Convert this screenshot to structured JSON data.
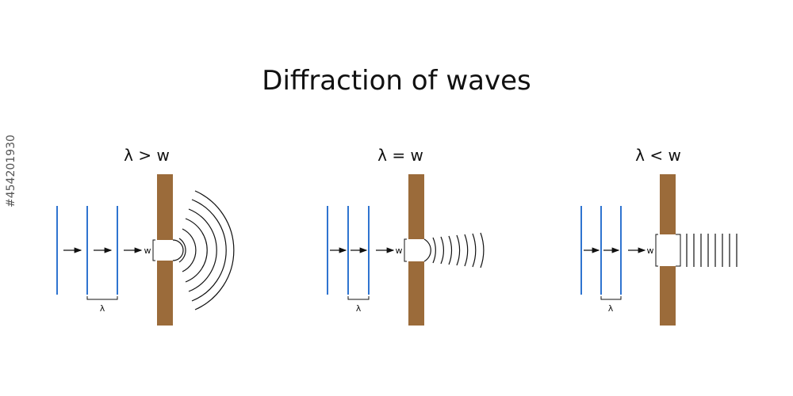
{
  "title": "Diffraction of waves",
  "watermark_id": "#454201930",
  "colors": {
    "wavefront": "#2f74d0",
    "barrier": "#9b6b3a",
    "ink": "#111111"
  },
  "panels": [
    {
      "label": "λ > w",
      "gap_label": "w",
      "wavelength_label": "λ",
      "pattern": "circular",
      "wave_count": 6
    },
    {
      "label": "λ = w",
      "gap_label": "w",
      "wavelength_label": "λ",
      "pattern": "slightly-curved",
      "wave_count": 7
    },
    {
      "label": "λ < w",
      "gap_label": "w",
      "wavelength_label": "λ",
      "pattern": "plane",
      "wave_count": 8
    }
  ]
}
